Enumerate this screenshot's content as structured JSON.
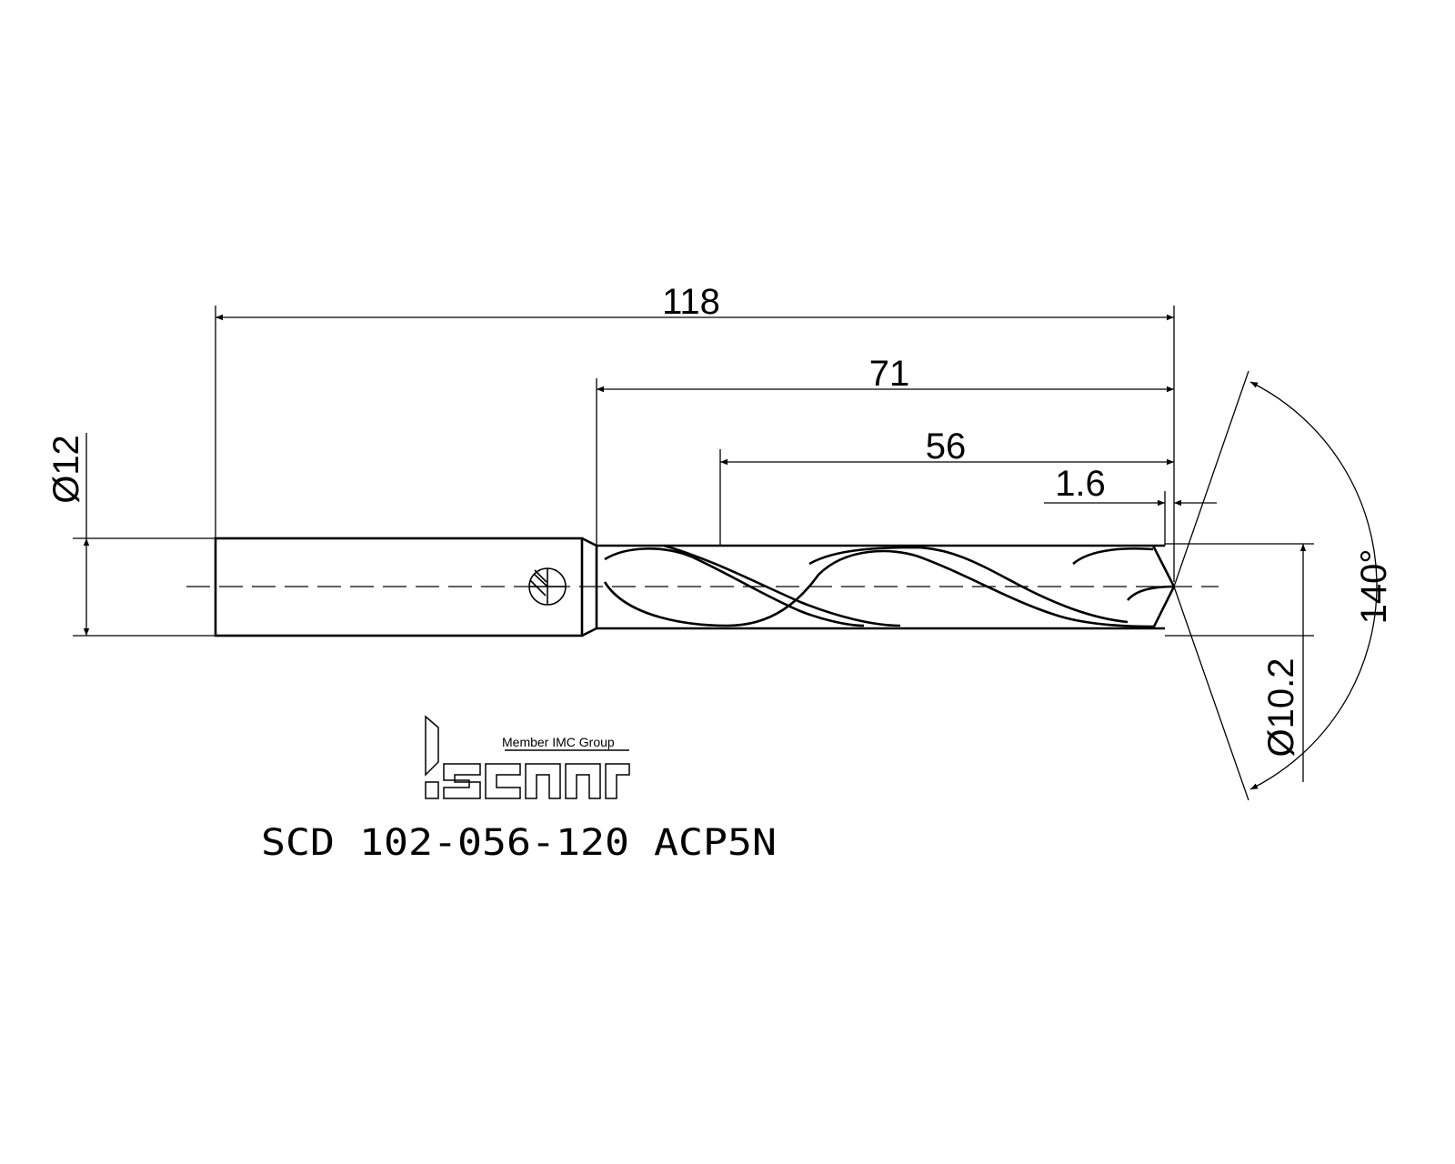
{
  "dimensions": {
    "overall_length": "118",
    "flute_length": "71",
    "usable_length": "56",
    "point_length": "1.6",
    "shank_diameter": "Ø12",
    "drill_diameter": "Ø10.2",
    "point_angle": "140°"
  },
  "logo": {
    "wordmark": "iscar",
    "tagline": "Member IMC Group"
  },
  "part_number": "SCD 102-056-120 ACP5N",
  "colors": {
    "line": "#000000",
    "background": "#ffffff"
  }
}
